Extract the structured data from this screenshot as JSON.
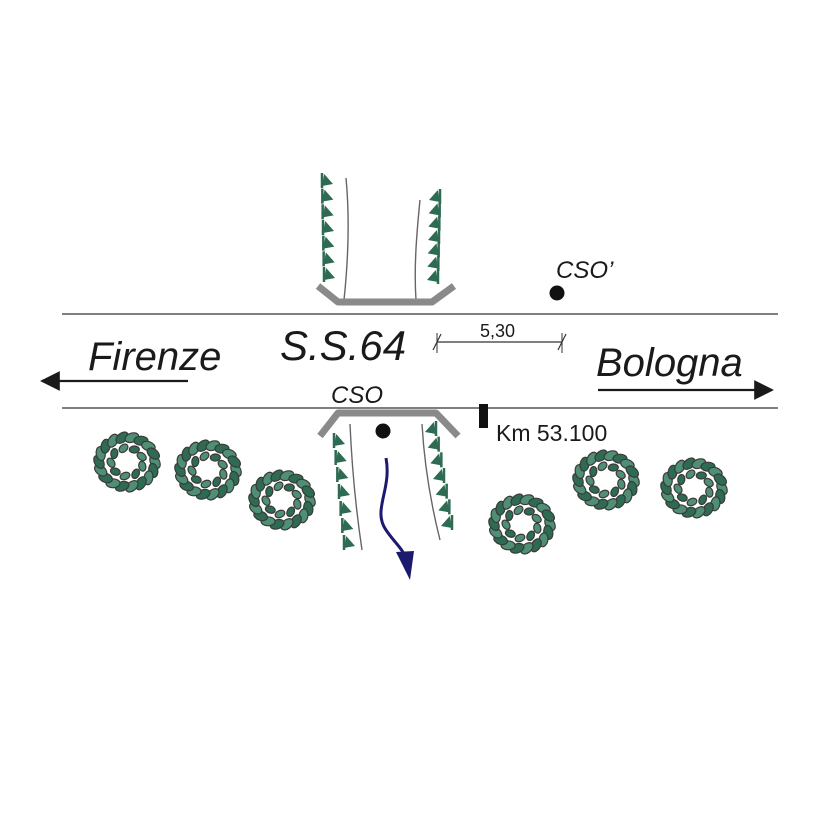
{
  "road": {
    "name": "S.S.64"
  },
  "directions": {
    "left": "Firenze",
    "right": "Bologna"
  },
  "points": {
    "cso": "CSO",
    "cso_prime": "CSO’"
  },
  "dimension": {
    "label": "5,30"
  },
  "marker": {
    "label": "Km 53.100"
  },
  "colors": {
    "line": "#555555",
    "text": "#1a1a1a",
    "guardrail": "#8a8a8a",
    "vegetation": "#2d6b52",
    "vegetation_light": "#4f8f73",
    "flow_arrow": "#1c1a6e"
  },
  "icons": [
    "shrub-icon",
    "bank-vegetation",
    "flow-arrow-icon",
    "direction-arrow-icon"
  ]
}
